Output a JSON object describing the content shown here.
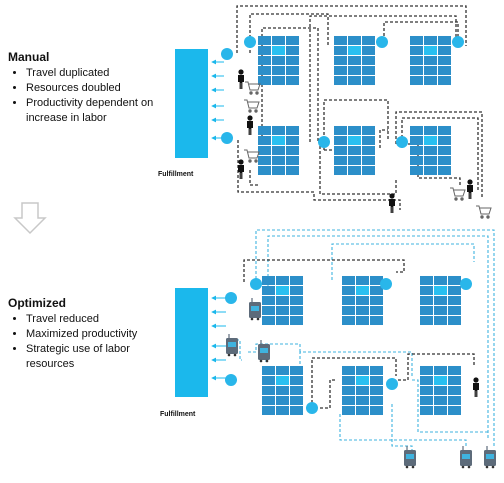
{
  "manual": {
    "heading": "Manual",
    "bullets": [
      "Travel duplicated",
      "Resources doubled",
      "Productivity dependent on increase in labor"
    ],
    "fulfillment_label": "Fulfillment"
  },
  "optimized": {
    "heading": "Optimized",
    "bullets": [
      "Travel reduced",
      "Maximized productivity",
      "Strategic use of labor resources"
    ],
    "fulfillment_label": "Fulfillment"
  },
  "colors": {
    "fulfillment": "#1bb8ec",
    "shelf": "#2c8fc9",
    "shelf_light": "#29c0f0",
    "dot": "#29b6ea",
    "path_dark": "#333333",
    "path_light": "#3fb3df",
    "arrow": "#c8c8c8"
  },
  "icons": [
    "person-icon",
    "cart-icon",
    "robot-icon",
    "down-arrow-icon"
  ]
}
